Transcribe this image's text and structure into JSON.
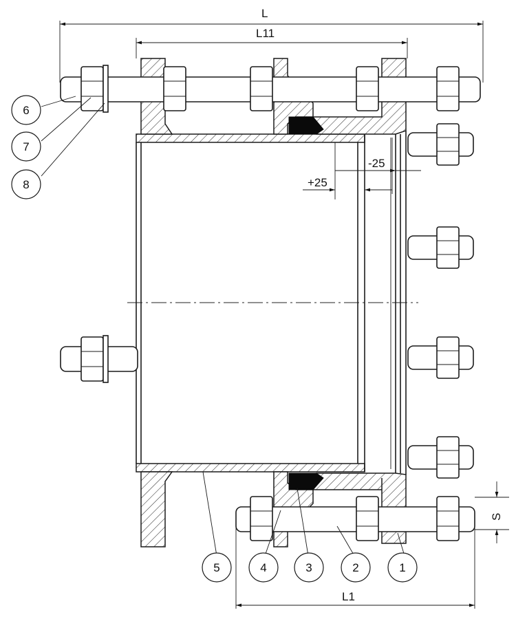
{
  "dimensions": {
    "overall_length": "L",
    "flange_span": "L11",
    "rod_span": "L1",
    "gap": "S",
    "plus_tolerance": "+25",
    "minus_tolerance": "-25"
  },
  "part_numbers": [
    "1",
    "2",
    "3",
    "4",
    "5",
    "6",
    "7",
    "8"
  ]
}
